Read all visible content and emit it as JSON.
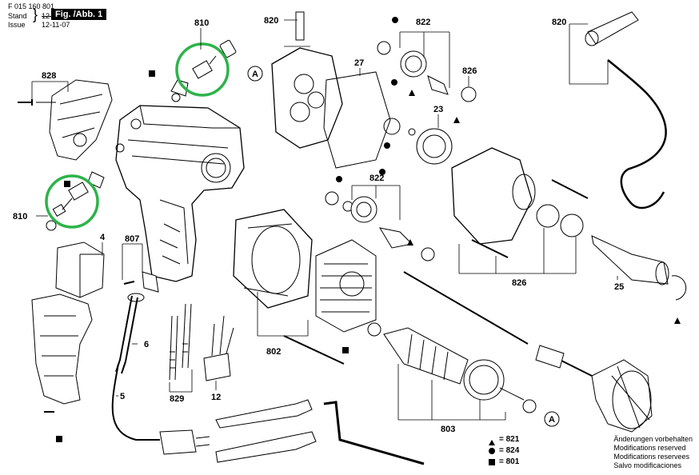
{
  "header": {
    "doc_number": "F 015 160 801",
    "stand_label": "Stand",
    "stand_value": "12-09",
    "issue_label": "Issue",
    "issue_value": "12-11-07",
    "figure_label": "Fig. /Abb. 1"
  },
  "labels": {
    "l810a": "810",
    "l828": "828",
    "l810b": "810",
    "l4": "4",
    "l807": "807",
    "l6": "6",
    "l5": "5",
    "l829": "829",
    "l12": "12",
    "l820a": "820",
    "l27": "27",
    "lA1": "A",
    "l822a": "822",
    "l826a": "826",
    "l23": "23",
    "l822b": "822",
    "l820b": "820",
    "l826b": "826",
    "l25": "25",
    "l802": "802",
    "l803": "803",
    "lA2": "A"
  },
  "legend": {
    "triangle_value": "821",
    "circle_value": "824",
    "square_value": "801",
    "eq": "="
  },
  "notes": [
    "Änderungen vorbehalten",
    "Modifications reserved",
    "Modifications reservees",
    "Salvo modificaciones"
  ],
  "colors": {
    "highlight_ring": "#2db34a",
    "ink": "#000000"
  }
}
